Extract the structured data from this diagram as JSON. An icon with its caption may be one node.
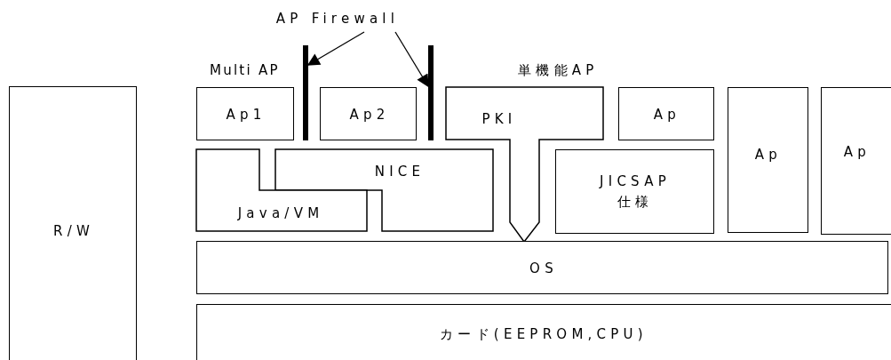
{
  "diagram": {
    "nodes": [
      {
        "text": [
          "AP Firewall"
        ]
      },
      {
        "text": [],
        "shape": "bar"
      },
      {
        "text": [],
        "shape": "bar"
      },
      {
        "text": [
          "Ap1"
        ]
      },
      {
        "text": [
          "Ap2"
        ]
      },
      {
        "text": [
          "PKI"
        ]
      },
      {
        "text": [
          "Ap"
        ]
      },
      {
        "text": [
          "Ap"
        ]
      },
      {
        "text": [
          "Ap"
        ]
      },
      {
        "text": [
          "R/W"
        ]
      },
      {
        "text": [
          "NICE"
        ]
      },
      {
        "text": [
          "JICSAP 仕様"
        ]
      },
      {
        "text": [
          "Java/VM"
        ]
      },
      {
        "text": [
          "OS"
        ]
      },
      {
        "text": [
          "カード(EEPROM,CPU)"
        ]
      }
    ],
    "edges": [
      {
        "from": 0,
        "to": 1,
        "arrow": "to"
      },
      {
        "from": 0,
        "to": 2,
        "arrow": "to"
      }
    ],
    "labels": [
      "Multi AP",
      "単機能AP"
    ]
  }
}
